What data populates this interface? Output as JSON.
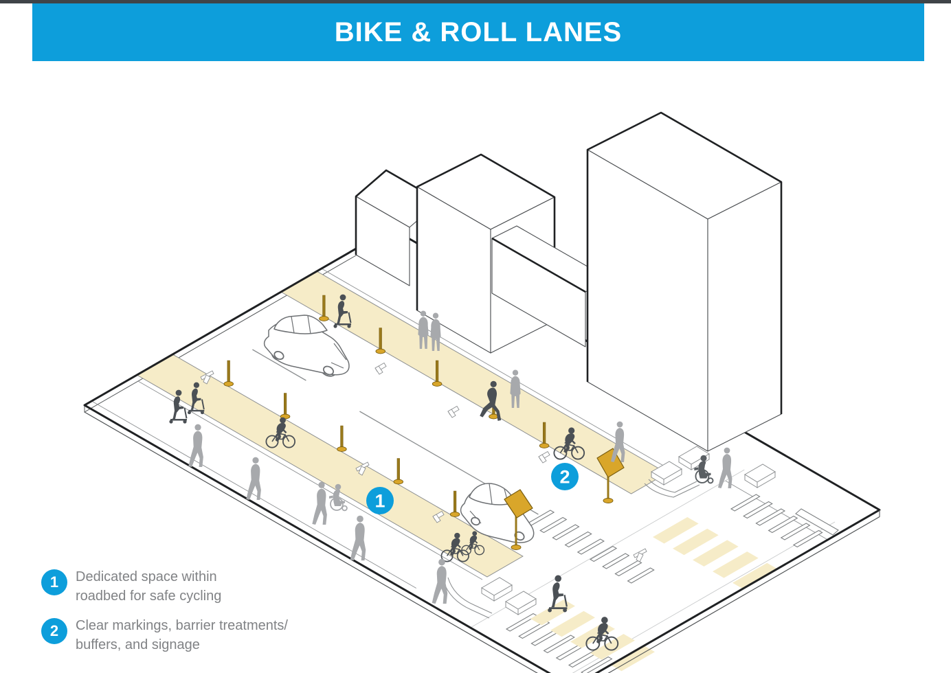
{
  "header": {
    "title": "BIKE & ROLL LANES"
  },
  "markers": [
    {
      "number": "1"
    },
    {
      "number": "2"
    }
  ],
  "legend": {
    "items": [
      {
        "number": "1",
        "lines": [
          "Dedicated space within",
          "roadbed for safe cycling"
        ]
      },
      {
        "number": "2",
        "lines": [
          "Clear markings, barrier treatments/",
          "buffers, and signage"
        ]
      }
    ]
  },
  "colors": {
    "accent_blue": "#0D9EDB",
    "top_bar": "#3F4448",
    "banner_text": "#FFFFFF",
    "lane_beige": "#F6ECC8",
    "bollard_gold": "#D9A62A",
    "bollard_stem": "#9A7A1C",
    "bollard_outline": "#7A5E10",
    "person_dark": "#4B5055",
    "person_light": "#A7A9AC",
    "outline_dark": "#1F2123",
    "outline_mid": "#55585A",
    "outline_light": "#8C8F91",
    "stripe_outline": "#7D8082",
    "legend_text": "#808285",
    "page_bg": "#FFFFFF"
  }
}
